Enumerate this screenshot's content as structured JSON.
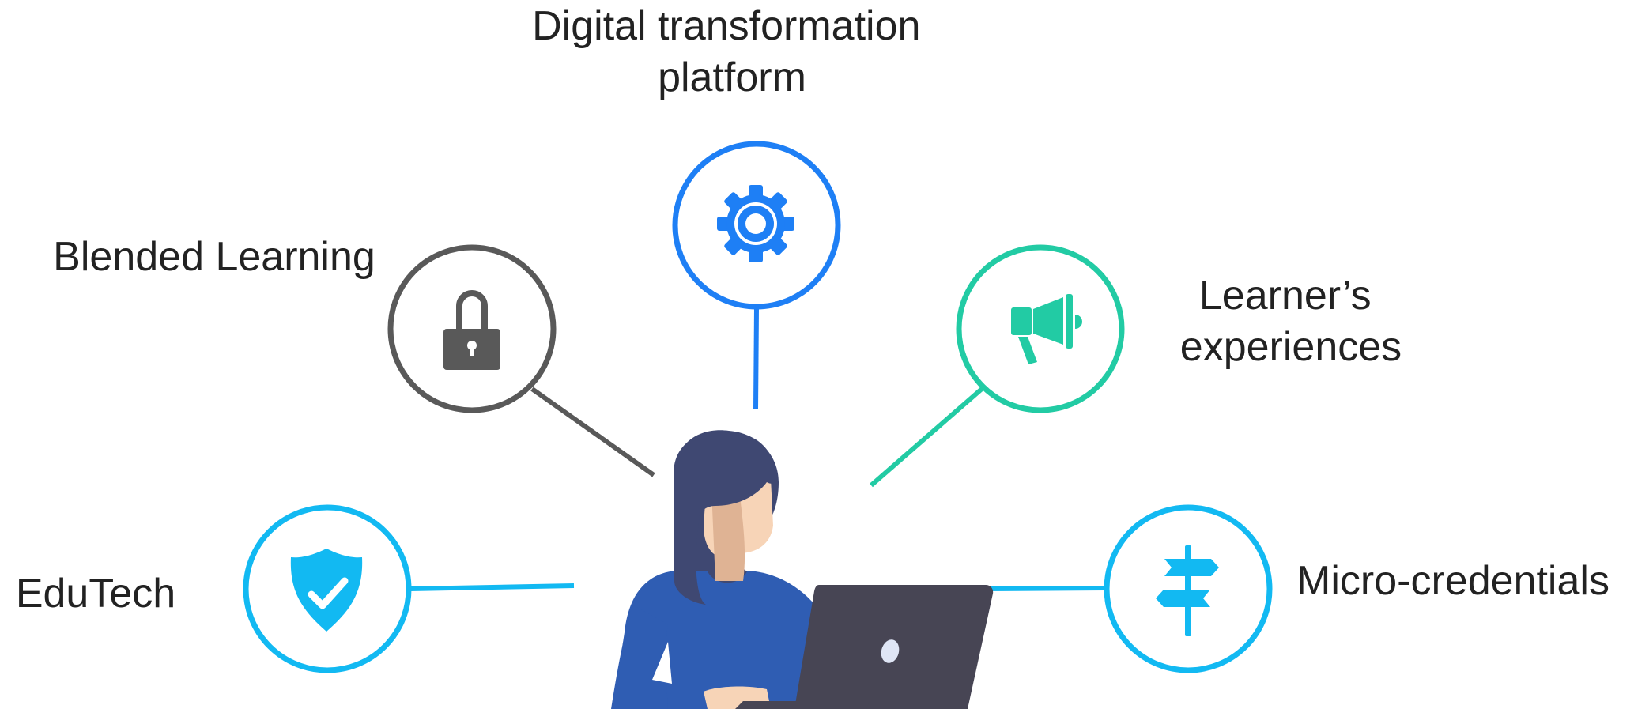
{
  "nodes": [
    {
      "id": "digital",
      "lines": [
        "Digital transformation",
        "platform"
      ],
      "icon": "gear-icon",
      "color": "#1e7ff5"
    },
    {
      "id": "blended",
      "lines": [
        "Blended Learning"
      ],
      "icon": "lock-icon",
      "color": "#595959"
    },
    {
      "id": "learners",
      "lines": [
        "Learner’s",
        "experiences"
      ],
      "icon": "megaphone-icon",
      "color": "#22cba4"
    },
    {
      "id": "edutech",
      "lines": [
        "EduTech"
      ],
      "icon": "shield-check-icon",
      "color": "#12b9f2"
    },
    {
      "id": "micro",
      "lines": [
        "Micro-credentials"
      ],
      "icon": "signpost-icon",
      "color": "#12b9f2"
    }
  ],
  "person": {
    "hair_color": "#3f4872",
    "skin_color": "#f7d4b7",
    "shirt_color": "#2f5db3",
    "laptop_color": "#474554"
  }
}
